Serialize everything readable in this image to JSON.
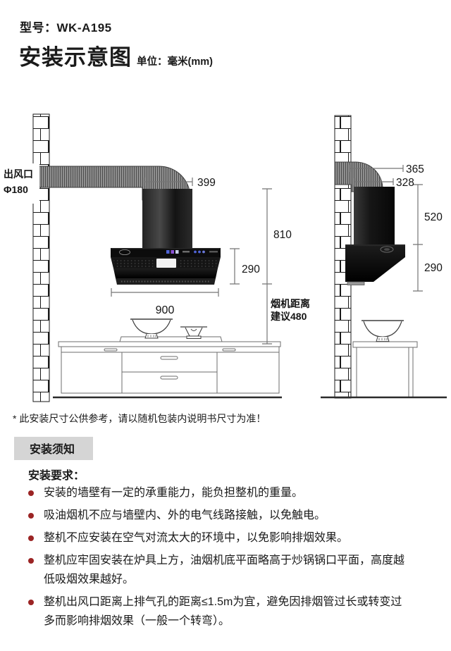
{
  "header": {
    "model": "型号：WK-A195",
    "title": "安装示意图",
    "unit": "单位：毫米(mm)"
  },
  "diagram": {
    "front": {
      "outlet_line1": "出风口",
      "outlet_line2": "Φ180",
      "chimney_width": "399",
      "height_total": "810",
      "hood_height": "290",
      "hood_width": "900",
      "distance_line1": "烟机距离",
      "distance_line2": "建议480"
    },
    "side": {
      "duct_depth": "365",
      "chimney_depth": "328",
      "chimney_height": "520",
      "hood_height": "290"
    }
  },
  "footnote": "* 此安装尺寸公供参考，请以随机包装内说明书尺寸为准！",
  "notice": {
    "title": "安装须知",
    "requirements_label": "安装要求：",
    "bullets": [
      "安装的墙壁有一定的承重能力，能负担整机的重量。",
      "吸油烟机不应与墙壁内、外的电气线路接触，以免触电。",
      "整机不应安装在空气对流太大的环境中，以免影响排烟效果。",
      "整机应牢固安装在炉具上方，油烟机底平面略高于炒锅锅口平面，高度越\n低吸烟效果越好。",
      "整机出风口距离上排气孔的距离≤1.5m为宜，避免因排烟管过长或转变过\n多而影响排烟效果（一般一个转弯）。"
    ]
  },
  "colors": {
    "bullet": "#9b2424",
    "notice_bg": "#d5d5d5"
  }
}
